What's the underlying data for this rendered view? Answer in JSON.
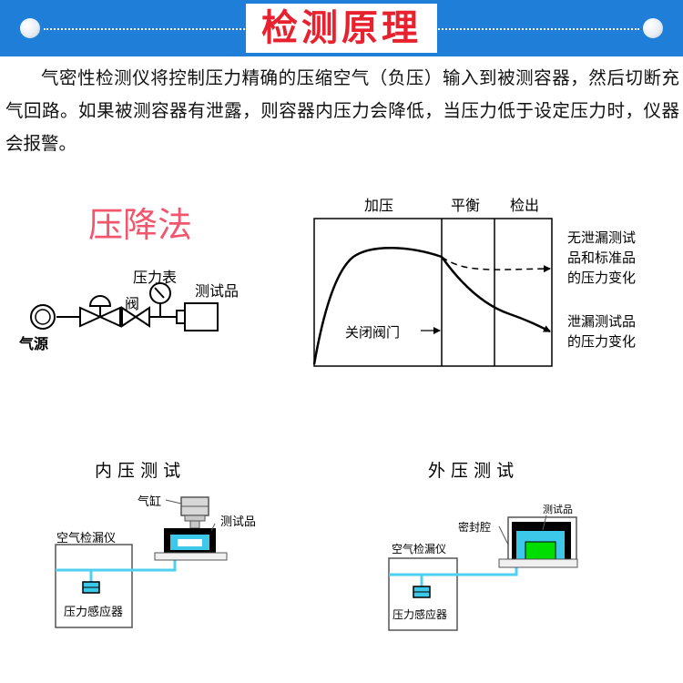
{
  "header": {
    "title": "检测原理"
  },
  "intro": {
    "text": "气密性检测仪将控制压力精确的压缩空气（负压）输入到被测容器，然后切断充气回路。如果被测容器有泄露，则容器内压力会降低，当压力低于设定压力时，仪器会报警。"
  },
  "method": {
    "title": "压降法"
  },
  "pipeline": {
    "gauge_label": "压力表",
    "product_label": "测试品",
    "valve_label": "阀",
    "source_label": "气源"
  },
  "graph": {
    "phases": [
      "加压",
      "平衡",
      "检出"
    ],
    "close_valve_label": "关闭阀门",
    "no_leak_label": [
      "无泄漏测试",
      "品和标准品",
      "的压力变化"
    ],
    "leak_label": [
      "泄漏测试品",
      "的压力变化"
    ]
  },
  "internal_test": {
    "title": "内 压 测 试",
    "cylinder_label": "气缸",
    "product_label": "测试品",
    "instrument_label": "空气检漏仪",
    "sensor_label": "压力感应器"
  },
  "external_test": {
    "title": "外 压 测 试",
    "product_label": "测试品",
    "chamber_label": "密封腔",
    "instrument_label": "空气检漏仪",
    "sensor_label": "压力感应器"
  },
  "colors": {
    "banner": "#1f7fd8",
    "title": "#e8212e",
    "method": "#f2566d",
    "pipe": "#4fd0f2",
    "green": "#00dd00"
  }
}
